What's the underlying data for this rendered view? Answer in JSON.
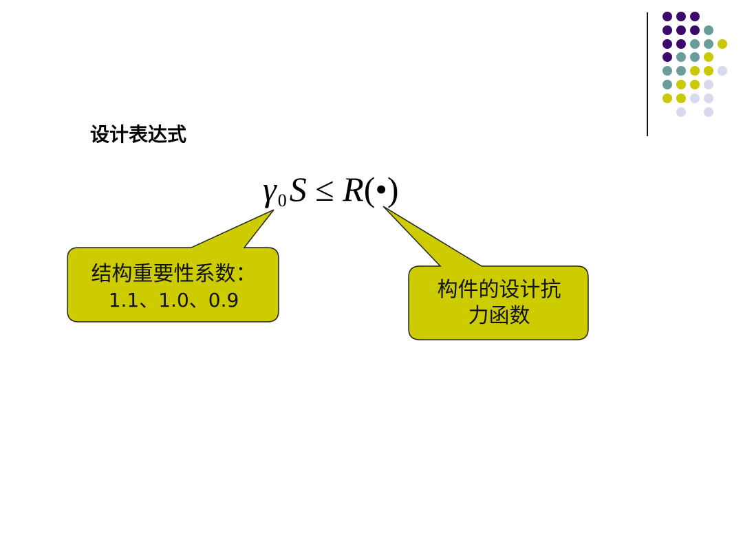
{
  "slide": {
    "heading": "设计表达式",
    "formula": {
      "gamma": "γ",
      "subscript": "0",
      "s": "S",
      "operator": "≤",
      "r": "R",
      "argument": "(•)"
    },
    "callout_left": {
      "line1": "结构重要性系数：",
      "line2": "1.1、1.0、0.9"
    },
    "callout_right": {
      "line1": "构件的设计抗",
      "line2": "力函数"
    }
  },
  "colors": {
    "purple": "#3d0a6b",
    "teal": "#6b9c9c",
    "yellow": "#c9c900",
    "lavender": "#d9d9ee",
    "callout_fill": "#cccc00"
  },
  "decor_grid": [
    [
      "purple",
      "purple",
      "purple",
      "",
      ""
    ],
    [
      "purple",
      "purple",
      "purple",
      "teal",
      ""
    ],
    [
      "purple",
      "purple",
      "teal",
      "teal",
      "yellow"
    ],
    [
      "purple",
      "teal",
      "teal",
      "yellow",
      ""
    ],
    [
      "teal",
      "teal",
      "yellow",
      "yellow",
      "lavender"
    ],
    [
      "teal",
      "yellow",
      "yellow",
      "lavender",
      ""
    ],
    [
      "yellow",
      "yellow",
      "lavender",
      "lavender",
      ""
    ],
    [
      "",
      "lavender",
      "",
      "lavender",
      ""
    ]
  ]
}
